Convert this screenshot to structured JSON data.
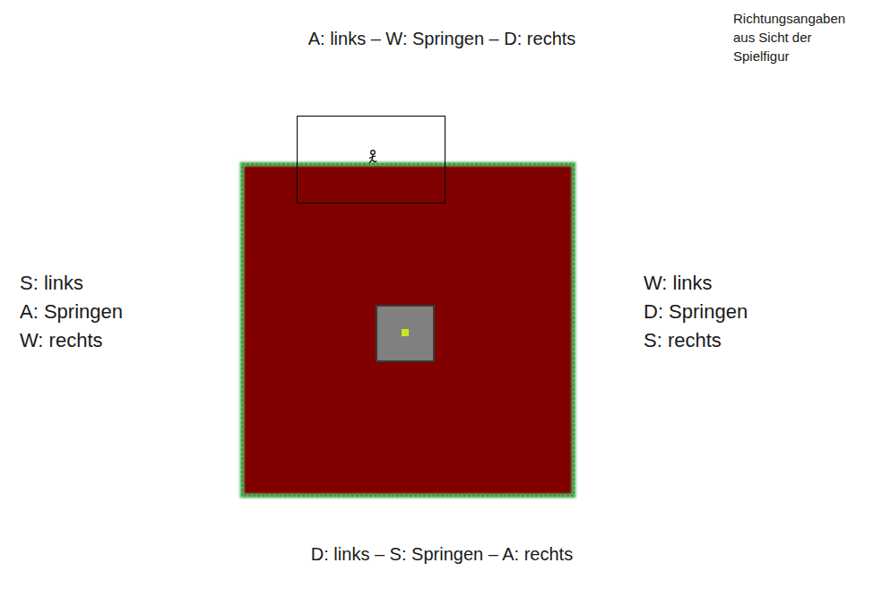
{
  "diagram": {
    "labels": [
      "Richtungsangaben aus Sicht der Spielfigur",
      "A: links – W: Springen – D: rechts",
      "S: links",
      "A: Springen",
      "W: rechts",
      "W: links",
      "D: Springen",
      "S: rechts",
      "D: links – S: Springen – A: rechts"
    ]
  }
}
